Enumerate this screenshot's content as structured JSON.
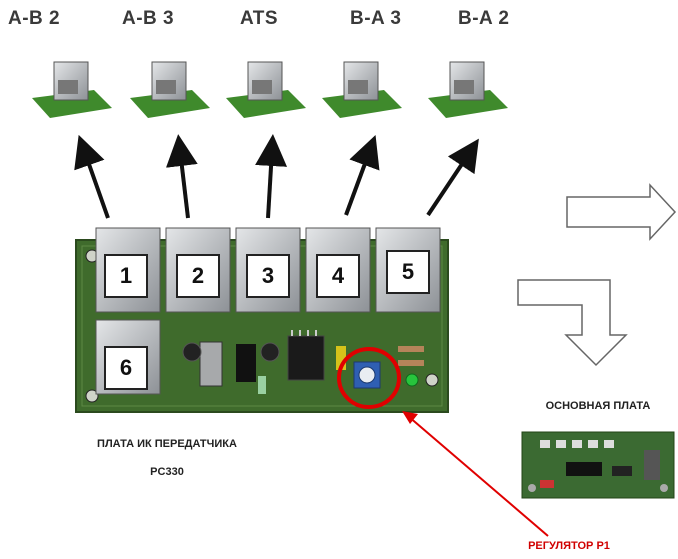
{
  "outputs": [
    {
      "label": "A-B 2"
    },
    {
      "label": "A-B 3"
    },
    {
      "label": "ATS"
    },
    {
      "label": "B-A 3"
    },
    {
      "label": "B-A 2"
    }
  ],
  "ports": [
    "1",
    "2",
    "3",
    "4",
    "5",
    "6"
  ],
  "transmitter_board": {
    "title": "ПЛАТА ИК ПЕРЕДАТЧИКА",
    "model": "PC330"
  },
  "main_board": {
    "title": "ОСНОВНАЯ ПЛАТА"
  },
  "regulator": {
    "label": "РЕГУЛЯТОР Р1"
  },
  "colors": {
    "pcb_green": "#3f6b2c",
    "highlight_red": "#e00000",
    "module_metal": "#b9bcbf"
  }
}
